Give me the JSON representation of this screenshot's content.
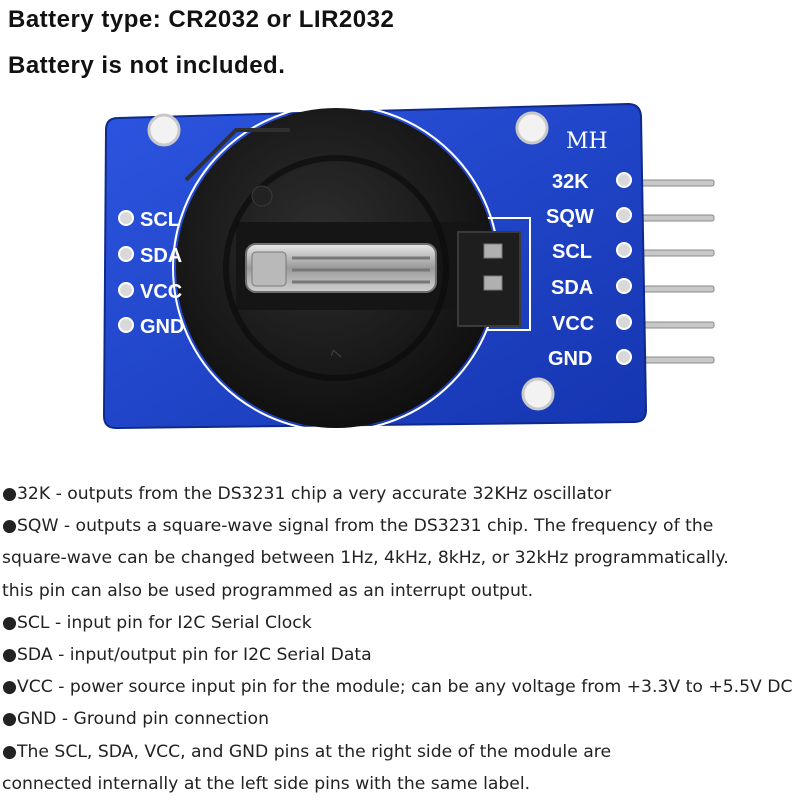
{
  "header": {
    "line1": "Battery type: CR2032 or LIR2032",
    "line2": "Battery is not included."
  },
  "board": {
    "brand": "MH",
    "right_pins": [
      "32K",
      "SQW",
      "SCL",
      "SDA",
      "VCC",
      "GND"
    ],
    "left_pins": [
      "SCL",
      "SDA",
      "VCC",
      "GND"
    ],
    "holder_mark": "7",
    "colors": {
      "pcb": "#1a3fc4",
      "holder": "#1b1b1b",
      "pad": "#d9d9d9"
    }
  },
  "description": [
    {
      "bullet": "●",
      "text": "32K - outputs from the DS3231 chip a very accurate 32KHz oscillator"
    },
    {
      "bullet": "●",
      "text": "SQW - outputs a square-wave signal from the DS3231 chip. The frequency of the"
    },
    {
      "bullet": "",
      "text": "square-wave can be changed between 1Hz, 4kHz, 8kHz, or 32kHz programmatically."
    },
    {
      "bullet": "",
      "text": "this pin can also be used programmed as an interrupt output."
    },
    {
      "bullet": "●",
      "text": "SCL - input pin for I2C Serial Clock"
    },
    {
      "bullet": "●",
      "text": "SDA - input/output pin for I2C Serial Data"
    },
    {
      "bullet": "●",
      "text": "VCC - power source input pin for the module; can be any voltage from +3.3V to +5.5V DC"
    },
    {
      "bullet": "●",
      "text": "GND - Ground pin connection"
    },
    {
      "bullet": "●",
      "text": "The SCL, SDA, VCC, and GND pins at the right side of the module are"
    },
    {
      "bullet": "",
      "text": "connected internally at the left side pins with the same label."
    }
  ]
}
